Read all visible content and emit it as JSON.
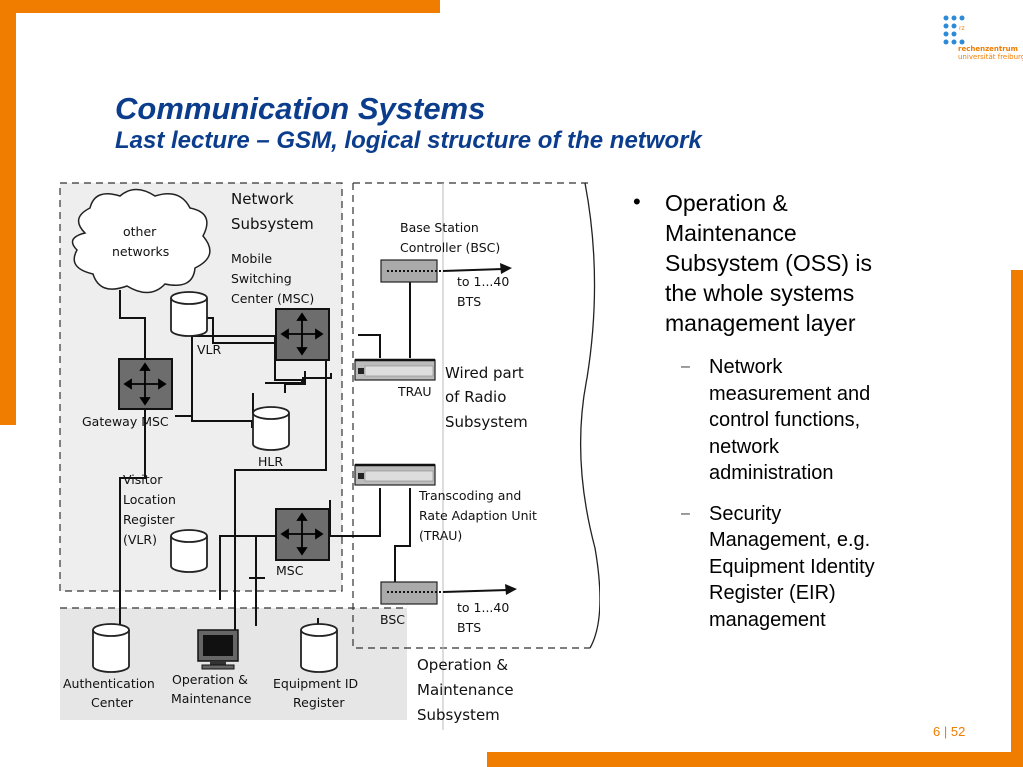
{
  "header": {
    "title": "Communication Systems",
    "subtitle": "Last lecture – GSM, logical structure of the network"
  },
  "logo": {
    "name": "rechenzentrum",
    "line1": "rechenzentrum",
    "line2": "universität freiburg",
    "mark": "rz"
  },
  "diagram": {
    "cloud": [
      "other",
      "networks"
    ],
    "network_subsystem": [
      "Network",
      "Subsystem"
    ],
    "msc_title": [
      "Mobile",
      "Switching",
      "Center (MSC)"
    ],
    "vlr": "VLR",
    "gateway_msc": "Gateway MSC",
    "hlr": "HLR",
    "visitor_vlr": [
      "Visitor",
      "Location",
      "Register",
      "(VLR)"
    ],
    "msc": "MSC",
    "bsc_title": [
      "Base Station",
      "Controller (BSC)"
    ],
    "bts_top": [
      "to 1...40",
      "BTS"
    ],
    "trau_top": "TRAU",
    "wired_part": [
      "Wired part",
      "of Radio",
      "Subsystem"
    ],
    "trau_desc": [
      "Transcoding and",
      "Rate Adaption Unit",
      "(TRAU)"
    ],
    "bsc_bottom": "BSC",
    "bts_bottom": [
      "to 1...40",
      "BTS"
    ],
    "auc": [
      "Authentication",
      "Center"
    ],
    "om": [
      "Operation &",
      "Maintenance"
    ],
    "eir": [
      "Equipment ID",
      "Register"
    ],
    "oss_label": [
      "Operation &",
      "Maintenance",
      "Subsystem"
    ]
  },
  "bullets": {
    "main": [
      "Operation &",
      "Maintenance",
      "Subsystem (OSS) is",
      "the whole systems",
      "management layer"
    ],
    "sub": [
      [
        "Network",
        "measurement and",
        "control functions,",
        "network",
        "administration"
      ],
      [
        "Security",
        "Management, e.g.",
        "Equipment Identity",
        "Register (EIR)",
        "management"
      ]
    ]
  },
  "footer": {
    "page": "6",
    "separator": " | ",
    "total": "52"
  },
  "colors": {
    "accent": "#f07d00",
    "title": "#0b3d8c",
    "logo_blue": "#2d8ad6"
  }
}
